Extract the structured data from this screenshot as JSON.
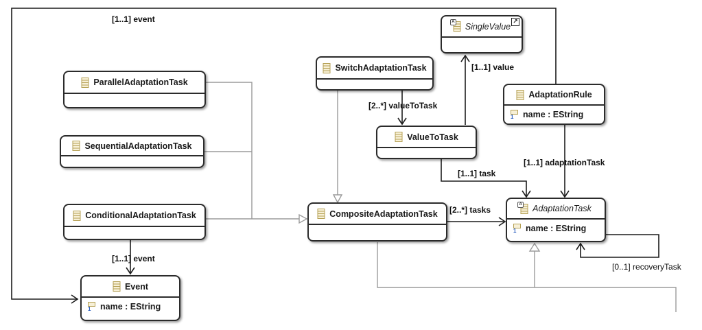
{
  "classes": {
    "parallel": {
      "label": "ParallelAdaptationTask"
    },
    "sequential": {
      "label": "SequentialAdaptationTask"
    },
    "conditional": {
      "label": "ConditionalAdaptationTask"
    },
    "switch": {
      "label": "SwitchAdaptationTask"
    },
    "single_value": {
      "label": "SingleValue",
      "abstract": true,
      "external_shortcut": true
    },
    "value_to_task": {
      "label": "ValueToTask"
    },
    "adaptation_rule": {
      "label": "AdaptationRule",
      "attribute": "name : EString"
    },
    "composite": {
      "label": "CompositeAdaptationTask"
    },
    "adaptation_task": {
      "label": "AdaptationTask",
      "abstract": true,
      "attribute": "name : EString"
    },
    "event": {
      "label": "Event",
      "attribute": "name : EString"
    }
  },
  "edges": {
    "event_top": {
      "label": "[1..1] event"
    },
    "value": {
      "label": "[1..1] value"
    },
    "value_to_task": {
      "label": "[2..*] valueToTask"
    },
    "task": {
      "label": "[1..1] task"
    },
    "adaptation_task": {
      "label": "[1..1] adaptationTask"
    },
    "tasks": {
      "label": "[2..*] tasks"
    },
    "event_bottom": {
      "label": "[1..1] event"
    },
    "recovery_task": {
      "label": "[0..1] recoveryTask"
    }
  },
  "icons": {
    "class_icon": "eclass-icon",
    "attribute_icon": "eattribute-icon",
    "abstract_badge": "A",
    "attribute_badge": "1",
    "shortcut_arrow": "↗"
  },
  "colors": {
    "box_border": "#2b2b2b",
    "box_fill": "#ffffff",
    "generalization_edge": "#9b9b9b",
    "reference_edge": "#1c1c1c",
    "icon_fill": "#f7f0d7",
    "icon_border": "#b5a054",
    "attribute_badge_blue": "#2b5fbf"
  }
}
